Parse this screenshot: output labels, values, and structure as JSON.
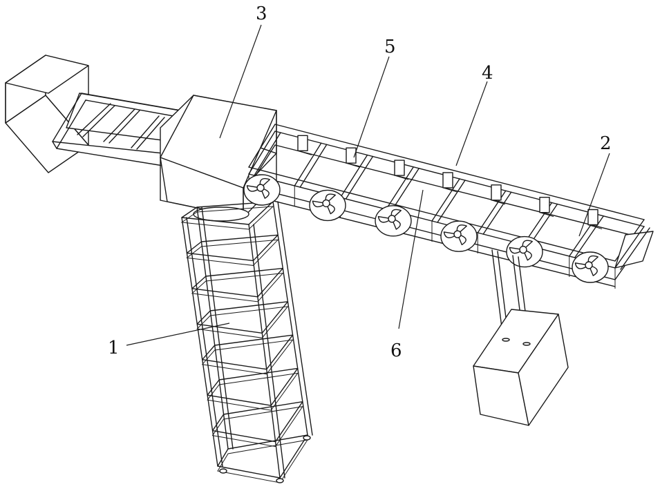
{
  "labels": {
    "1": "1",
    "2": "2",
    "3": "3",
    "4": "4",
    "5": "5",
    "6": "6"
  },
  "line_color": "#1a1a1a",
  "background": "#ffffff"
}
